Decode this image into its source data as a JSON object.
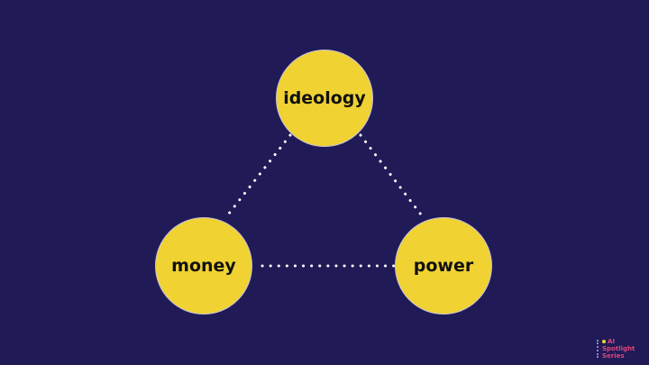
{
  "nodes": {
    "ideology": "ideology",
    "money": "money",
    "power": "power"
  },
  "edges": [
    [
      "ideology",
      "money"
    ],
    [
      "ideology",
      "power"
    ],
    [
      "money",
      "power"
    ]
  ],
  "logo": {
    "line1": "AI",
    "line2": "Spotlight",
    "line3": "Series"
  },
  "colors": {
    "background": "#201b57",
    "node": "#f0d232",
    "edge": "#ffffff",
    "logo": "#e0457b"
  }
}
